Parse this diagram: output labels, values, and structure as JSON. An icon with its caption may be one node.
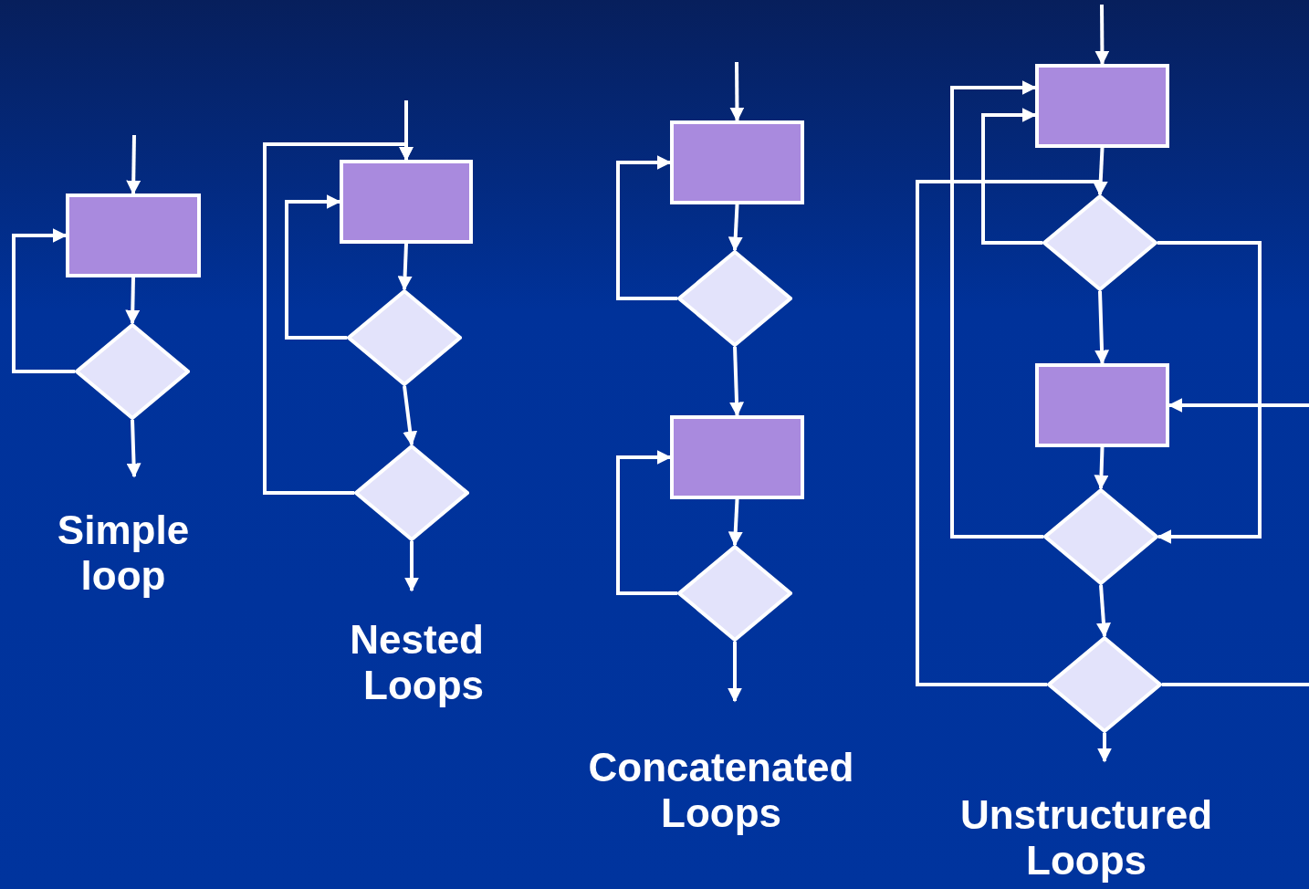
{
  "diagram": {
    "nodes": [
      {
        "text": [],
        "shape": "box"
      },
      {
        "text": [],
        "shape": "diamond"
      },
      {
        "text": [],
        "shape": "box"
      },
      {
        "text": [],
        "shape": "diamond"
      },
      {
        "text": [],
        "shape": "diamond"
      },
      {
        "text": [],
        "shape": "box"
      },
      {
        "text": [],
        "shape": "diamond"
      },
      {
        "text": [],
        "shape": "box"
      },
      {
        "text": [],
        "shape": "diamond"
      },
      {
        "text": [],
        "shape": "box"
      },
      {
        "text": [],
        "shape": "diamond"
      },
      {
        "text": [],
        "shape": "box"
      },
      {
        "text": [],
        "shape": "diamond"
      },
      {
        "text": [],
        "shape": "diamond"
      }
    ],
    "edges": [
      {
        "from": null,
        "to": 0,
        "arrow": "to"
      },
      {
        "from": 0,
        "to": 1,
        "arrow": "to"
      },
      {
        "from": 1,
        "to": 0,
        "arrow": "to"
      },
      {
        "from": 1,
        "to": null,
        "arrow": "to"
      },
      {
        "from": null,
        "to": 2,
        "arrow": "to"
      },
      {
        "from": 2,
        "to": 3,
        "arrow": "to"
      },
      {
        "from": 3,
        "to": 2,
        "arrow": "to"
      },
      {
        "from": 3,
        "to": 4,
        "arrow": "to"
      },
      {
        "from": 4,
        "to": 2,
        "arrow": "to"
      },
      {
        "from": 4,
        "to": null,
        "arrow": "to"
      },
      {
        "from": null,
        "to": 5,
        "arrow": "to"
      },
      {
        "from": 5,
        "to": 6,
        "arrow": "to"
      },
      {
        "from": 6,
        "to": 5,
        "arrow": "to"
      },
      {
        "from": 6,
        "to": 7,
        "arrow": "to"
      },
      {
        "from": 7,
        "to": 8,
        "arrow": "to"
      },
      {
        "from": 8,
        "to": 7,
        "arrow": "to"
      },
      {
        "from": 8,
        "to": null,
        "arrow": "to"
      },
      {
        "from": null,
        "to": 9,
        "arrow": "to"
      },
      {
        "from": 9,
        "to": 10,
        "arrow": "to"
      },
      {
        "from": 10,
        "to": 9,
        "arrow": "to"
      },
      {
        "from": 10,
        "to": 11,
        "arrow": "to"
      },
      {
        "from": 10,
        "to": 12,
        "arrow": "to"
      },
      {
        "from": 11,
        "to": 12,
        "arrow": "to"
      },
      {
        "from": 12,
        "to": 9,
        "arrow": "to"
      },
      {
        "from": 12,
        "to": 13,
        "arrow": "to"
      },
      {
        "from": 13,
        "to": 10,
        "arrow": "to"
      },
      {
        "from": 13,
        "to": null,
        "arrow": "none"
      },
      {
        "from": null,
        "to": 11,
        "arrow": "to"
      },
      {
        "from": 13,
        "to": null,
        "arrow": "to"
      }
    ],
    "labels": [
      "Simple loop",
      "Nested Loops",
      "Concatenated Loops",
      "Unstructured Loops"
    ]
  }
}
